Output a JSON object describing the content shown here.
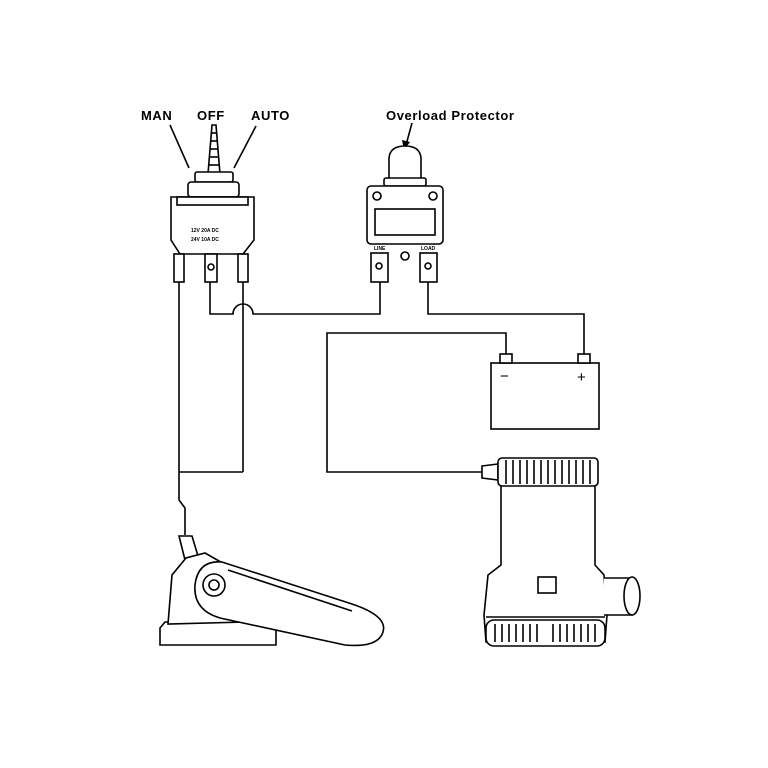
{
  "switch": {
    "man_label": "MAN",
    "off_label": "OFF",
    "auto_label": "AUTO",
    "rating_line_1": "12V  20A  DC",
    "rating_line_2": "24V  10A  DC"
  },
  "protector": {
    "label": "Overload Protector",
    "terminal_left": "LINE",
    "terminal_right": "LOAD"
  },
  "battery": {
    "negative_symbol": "−",
    "positive_symbol": "+"
  }
}
